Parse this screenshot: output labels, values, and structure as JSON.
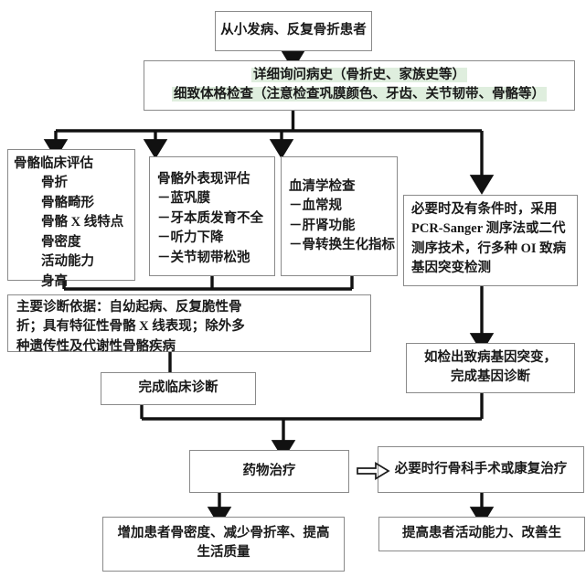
{
  "chart_data": {
    "type": "diagram",
    "title": "成骨不全症（OI）诊疗流程图",
    "orientation": "top-to-bottom",
    "nodes": [
      {
        "id": "n1",
        "label": "从小发病、反复骨折患者"
      },
      {
        "id": "n2",
        "label": "详细询问病史（骨折史、家族史等）\n细致体格检查（注意检查巩膜颜色、牙齿、关节韧带、骨骼等）",
        "highlight": "#dfeede"
      },
      {
        "id": "n3",
        "label": "骨骼临床评估"
      },
      {
        "id": "n4",
        "label": "骨骼外表现评估"
      },
      {
        "id": "n5",
        "label": "血清学检查"
      },
      {
        "id": "n6",
        "label": "必要时及有条件时，采用 PCR-Sanger 测序法或二代测序技术，行多种 OI 致病基因突变检测"
      },
      {
        "id": "n7",
        "label": "主要诊断依据：自幼起病、反复脆性骨折；具有特征性骨骼 X 线表现；除外多种遗传性及代谢性骨骼疾病"
      },
      {
        "id": "n8",
        "label": "完成临床诊断"
      },
      {
        "id": "n9",
        "label": "如检出致病基因突变，完成基因诊断"
      },
      {
        "id": "n10",
        "label": "药物治疗"
      },
      {
        "id": "n11",
        "label": "必要时行骨科手术或康复治疗"
      },
      {
        "id": "n12",
        "label": "增加患者骨密度、减少骨折率、提高生活质量"
      },
      {
        "id": "n13",
        "label": "提高患者活动能力、改善生"
      }
    ],
    "edges": [
      {
        "from": "n1",
        "to": "n2",
        "style": "solid-arrow"
      },
      {
        "from": "n2",
        "to": "n3",
        "style": "bus-arrow"
      },
      {
        "from": "n2",
        "to": "n4",
        "style": "bus-arrow"
      },
      {
        "from": "n2",
        "to": "n5",
        "style": "bus-arrow"
      },
      {
        "from": "n2",
        "to": "n6",
        "style": "bus-arrow"
      },
      {
        "from": "n3",
        "to": "n7",
        "style": "merge"
      },
      {
        "from": "n4",
        "to": "n7",
        "style": "merge"
      },
      {
        "from": "n5",
        "to": "n7",
        "style": "merge"
      },
      {
        "from": "n6",
        "to": "n9",
        "style": "solid-arrow"
      },
      {
        "from": "n8",
        "to": "n10",
        "style": "merge-arrow"
      },
      {
        "from": "n9",
        "to": "n10",
        "style": "merge-arrow"
      },
      {
        "from": "n10",
        "to": "n11",
        "style": "hollow-arrow"
      },
      {
        "from": "n10",
        "to": "n12",
        "style": "solid-arrow"
      },
      {
        "from": "n11",
        "to": "n13",
        "style": "solid-arrow"
      }
    ]
  },
  "flow": {
    "start": {
      "text": "从小发病、反复骨折患者"
    },
    "history": {
      "line1": "详细询问病史（骨折史、家族史等）",
      "line2": "细致体格检查（注意检查巩膜颜色、牙齿、关节韧带、骨骼等）",
      "highlight_color": "#dfeede"
    },
    "clinical_assessment": {
      "title": "骨骼临床评估",
      "items": [
        "骨折",
        "骨骼畸形",
        "骨骼 X 线特点",
        "骨密度",
        "活动能力",
        "身高"
      ]
    },
    "extraskeletal": {
      "title": "骨骼外表现评估",
      "items": [
        "－蓝巩膜",
        "－牙本质发育不全",
        "－听力下降",
        "－关节韧带松弛"
      ]
    },
    "serology": {
      "title": "血清学检查",
      "items": [
        "－血常规",
        "－肝肾功能",
        "－骨转换生化指标"
      ]
    },
    "genetic_testing": {
      "line1": "必要时及有条件时，采用",
      "line2": "PCR-Sanger 测序法或二代",
      "line3": "测序技术，行多种 OI 致病",
      "line4": "基因突变检测"
    },
    "diagnostic_criteria": {
      "line1": "主要诊断依据：自幼起病、反复脆性骨",
      "line2": "折；具有特征性骨骼 X 线表现；除外多",
      "line3": "种遗传性及代谢性骨骼疾病"
    },
    "clinical_diagnosis": {
      "text": "完成临床诊断"
    },
    "genetic_diagnosis": {
      "line1": "如检出致病基因突变，",
      "line2": "完成基因诊断"
    },
    "drug_therapy": {
      "text": "药物治疗"
    },
    "surgery": {
      "text": "必要时行骨科手术或康复治疗"
    },
    "outcome_drug": {
      "line1": "增加患者骨密度、减少骨折率、提高",
      "line2": "生活质量"
    },
    "outcome_surgery": {
      "text": "提高患者活动能力、改善生"
    },
    "arrow_symbol": "⇒"
  }
}
